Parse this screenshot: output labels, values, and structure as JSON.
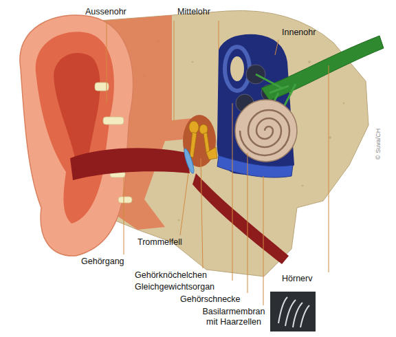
{
  "diagram": {
    "labels": [
      "Aussenohr",
      "Mittelohr",
      "Innenohr",
      "© Suva/CH",
      "Trommelfell",
      "Gehörgang",
      "Hörnerv",
      "Gehörknöchelchen",
      "Gleichgewichtsorgan",
      "Gehörschnecke",
      "Basilarmembran mit Haarzellen"
    ]
  }
}
